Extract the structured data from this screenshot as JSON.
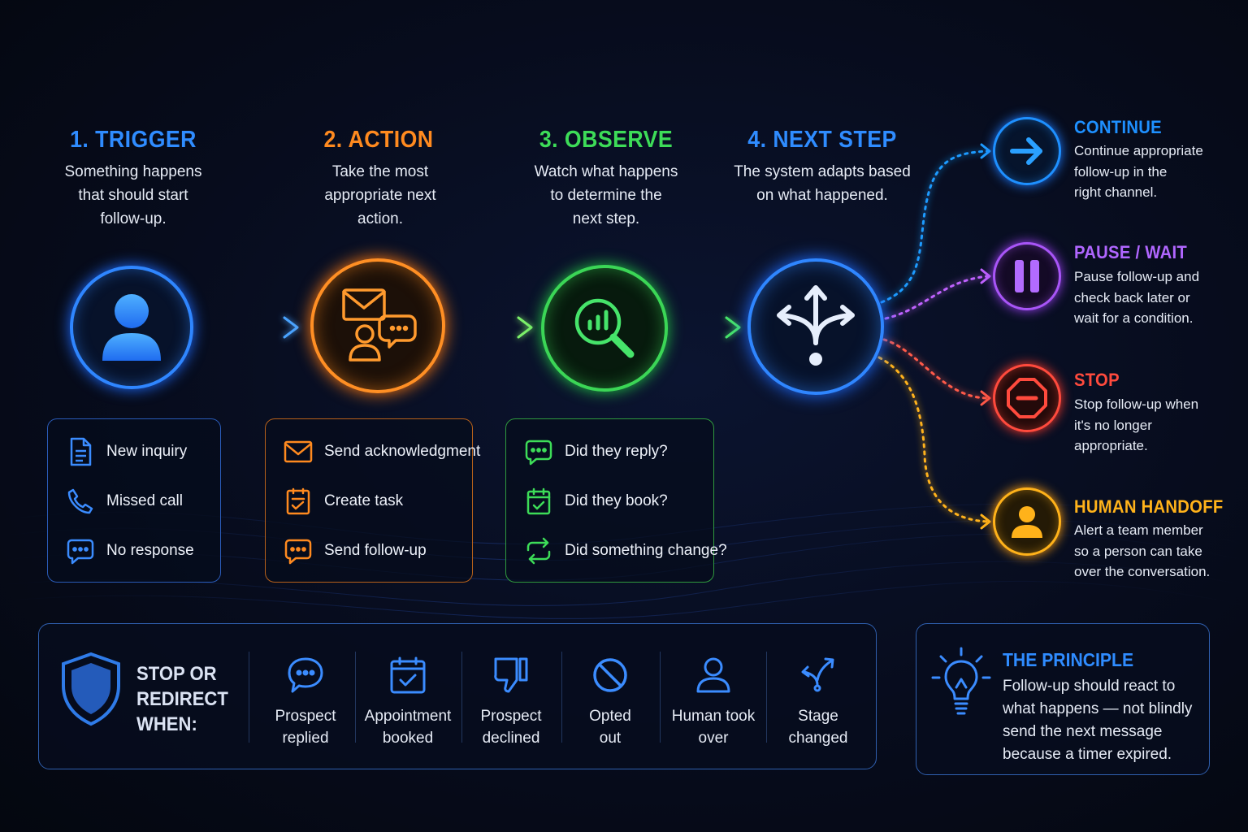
{
  "steps": [
    {
      "title": "1. TRIGGER",
      "desc": [
        "Something happens",
        "that should start",
        "follow-up."
      ],
      "color": "#2f8cff"
    },
    {
      "title": "2. ACTION",
      "desc": [
        "Take the most",
        "appropriate next",
        "action."
      ],
      "color": "#ff8a1f"
    },
    {
      "title": "3. OBSERVE",
      "desc": [
        "Watch what happens",
        "to determine the",
        "next step."
      ],
      "color": "#3ddc58"
    },
    {
      "title": "4. NEXT STEP",
      "desc": [
        "The system adapts based",
        "on what happened."
      ],
      "color": "#2f8cff"
    }
  ],
  "cards": {
    "trigger": [
      {
        "icon": "document-icon",
        "label": "New inquiry"
      },
      {
        "icon": "phone-icon",
        "label": "Missed call"
      },
      {
        "icon": "chat-bubble-icon",
        "label": "No response"
      }
    ],
    "action": [
      {
        "icon": "envelope-icon",
        "label": "Send acknowledgment"
      },
      {
        "icon": "task-checklist-icon",
        "label": "Create task"
      },
      {
        "icon": "chat-bubble-icon",
        "label": "Send follow-up"
      }
    ],
    "observe": [
      {
        "icon": "chat-bubble-icon",
        "label": "Did they reply?"
      },
      {
        "icon": "calendar-check-icon",
        "label": "Did they book?"
      },
      {
        "icon": "refresh-arrows-icon",
        "label": "Did something change?"
      }
    ]
  },
  "outcomes": [
    {
      "title": "CONTINUE",
      "desc": [
        "Continue appropriate",
        "follow-up in the",
        "right channel."
      ],
      "color": "#1e90ff",
      "icon": "arrow-right-icon"
    },
    {
      "title": "PAUSE / WAIT",
      "desc": [
        "Pause follow-up and",
        "check back later or",
        "wait for a condition."
      ],
      "color": "#a855f7",
      "icon": "pause-icon"
    },
    {
      "title": "STOP",
      "desc": [
        "Stop follow-up when",
        "it's no longer",
        "appropriate."
      ],
      "color": "#ff4a3d",
      "icon": "stop-sign-icon"
    },
    {
      "title": "HUMAN HANDOFF",
      "desc": [
        "Alert a team member",
        "so a person can take",
        "over the conversation."
      ],
      "color": "#ffb21a",
      "icon": "person-icon"
    }
  ],
  "redirect": {
    "heading": [
      "STOP OR",
      "REDIRECT",
      "WHEN:"
    ],
    "conditions": [
      {
        "icon": "chat-bubble-icon",
        "label": [
          "Prospect",
          "replied"
        ]
      },
      {
        "icon": "calendar-check-icon",
        "label": [
          "Appointment",
          "booked"
        ]
      },
      {
        "icon": "thumbs-down-icon",
        "label": [
          "Prospect",
          "declined"
        ]
      },
      {
        "icon": "prohibited-icon",
        "label": [
          "Opted",
          "out"
        ]
      },
      {
        "icon": "person-icon",
        "label": [
          "Human took",
          "over"
        ]
      },
      {
        "icon": "branch-arrows-icon",
        "label": [
          "Stage",
          "changed"
        ]
      }
    ]
  },
  "principle": {
    "title": "THE PRINCIPLE",
    "lines": [
      "Follow-up should react to",
      "what happens — not blindly",
      "send the next message",
      "because a timer expired."
    ]
  }
}
